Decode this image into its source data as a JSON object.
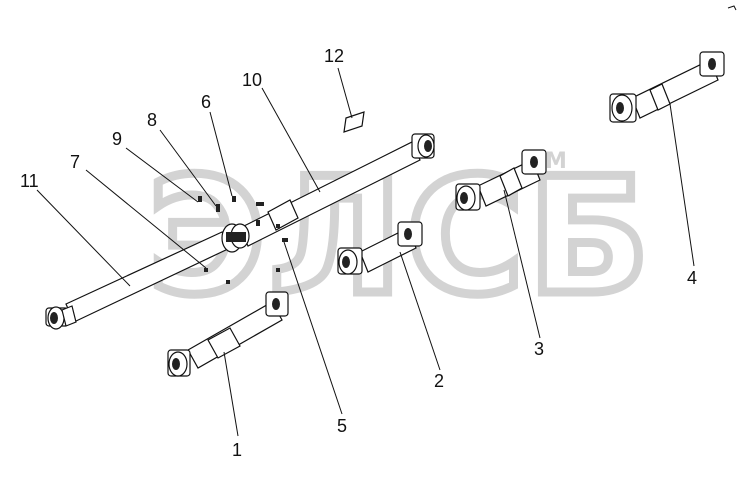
{
  "diagram": {
    "callouts": [
      "1",
      "2",
      "3",
      "4",
      "5",
      "6",
      "7",
      "8",
      "9",
      "10",
      "11",
      "12"
    ],
    "watermark_text": "ЭЛСБ",
    "watermark_mark": "М"
  }
}
